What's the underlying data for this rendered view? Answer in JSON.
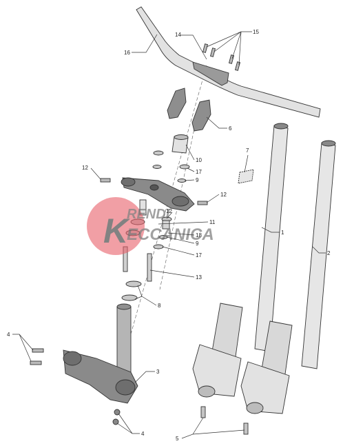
{
  "diagram": {
    "callouts": [
      "1",
      "2",
      "3",
      "4",
      "5",
      "6",
      "7",
      "8",
      "9",
      "10",
      "11",
      "12",
      "13",
      "14",
      "15",
      "16",
      "17",
      "18"
    ],
    "watermark": {
      "top": "RENDI",
      "bottom": "ECCANICA",
      "letter": "K"
    },
    "colors": {
      "watermark_red": "#e8606a",
      "watermark_grey": "#6d6d6d",
      "part_fill": "#e2e2e2",
      "part_dark": "#9a9a9a"
    }
  }
}
